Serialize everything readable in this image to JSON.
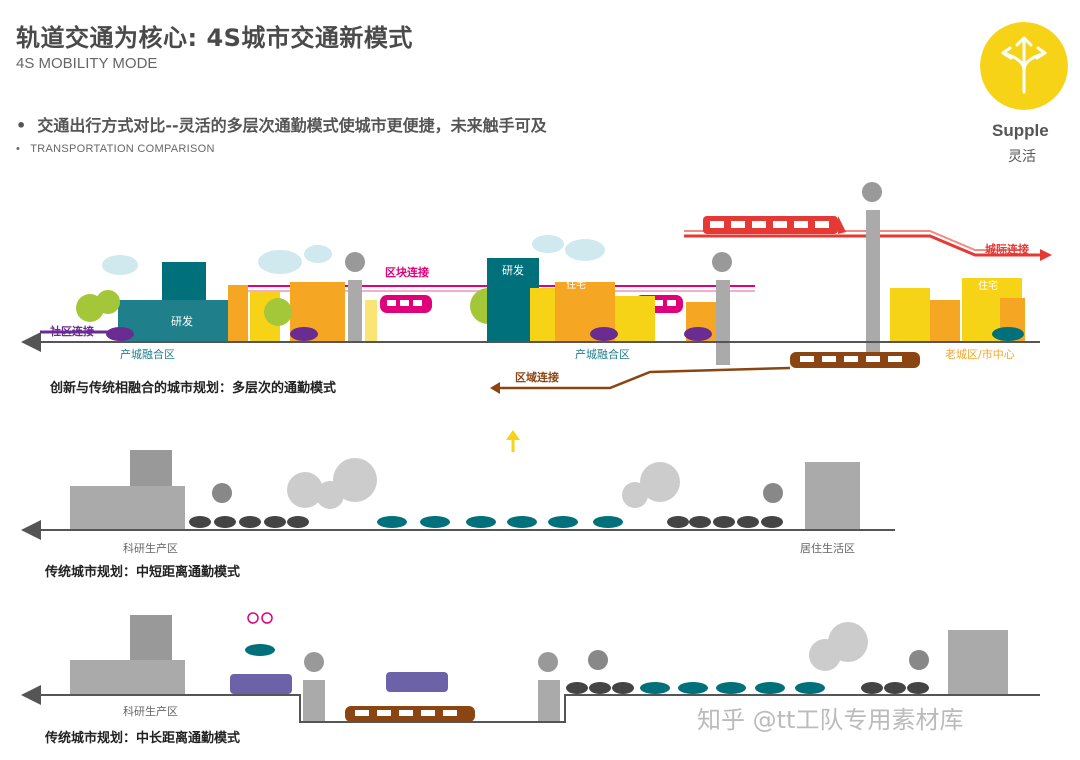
{
  "header": {
    "title": "轨道交通为核心: 4S城市交通新模式",
    "subtitle": "4S MOBILITY MODE",
    "bullet_main": "交通出行方式对比--灵活的多层次通勤模式使城市更便捷，未来触手可及",
    "bullet_sub": "TRANSPORTATION COMPARISON"
  },
  "badge": {
    "name": "Supple",
    "name_cn": "灵活",
    "color": "#f7d317"
  },
  "scene1": {
    "community_link": "社区连接",
    "block_link": "区块连接",
    "intercity_link": "城际连接",
    "regional_link": "区域连接",
    "zone_left": "产城融合区",
    "zone_mid": "产城融合区",
    "zone_right": "老城区/市中心",
    "rd_sign_1": "研发",
    "rd_sign_2": "研发",
    "residence_1": "住宅",
    "residence_2": "住宅",
    "caption": "创新与传统相融合的城市规划：多层次的通勤模式"
  },
  "scene2": {
    "zone_left": "科研生产区",
    "zone_right": "居住生活区",
    "caption": "传统城市规划：中短距离通勤模式"
  },
  "scene3": {
    "zone_left": "科研生产区",
    "caption": "传统城市规划：中长距离通勤模式"
  },
  "colors": {
    "purple": "#6b2c91",
    "magenta": "#e0007a",
    "red": "#e53935",
    "brown": "#8b4513",
    "teal": "#00707a",
    "yellow": "#f7d317",
    "orange": "#f5a623",
    "gray": "#999999"
  },
  "watermark": "知乎 @tt工队专用素材库"
}
